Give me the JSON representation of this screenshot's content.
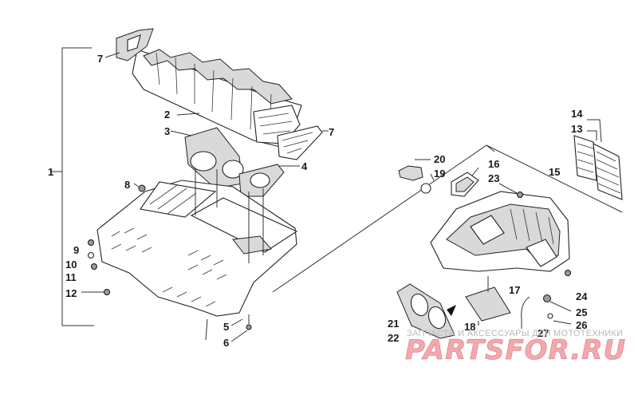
{
  "diagram": {
    "callouts": [
      {
        "id": "c1",
        "label": "1"
      },
      {
        "id": "c2",
        "label": "2"
      },
      {
        "id": "c3",
        "label": "3"
      },
      {
        "id": "c4",
        "label": "4"
      },
      {
        "id": "c5",
        "label": "5"
      },
      {
        "id": "c6",
        "label": "6"
      },
      {
        "id": "c7a",
        "label": "7"
      },
      {
        "id": "c7b",
        "label": "7"
      },
      {
        "id": "c8",
        "label": "8"
      },
      {
        "id": "c9",
        "label": "9"
      },
      {
        "id": "c10",
        "label": "10"
      },
      {
        "id": "c11",
        "label": "11"
      },
      {
        "id": "c12",
        "label": "12"
      },
      {
        "id": "c13",
        "label": "13"
      },
      {
        "id": "c14",
        "label": "14"
      },
      {
        "id": "c15",
        "label": "15"
      },
      {
        "id": "c16",
        "label": "16"
      },
      {
        "id": "c17",
        "label": "17"
      },
      {
        "id": "c18",
        "label": "18"
      },
      {
        "id": "c19",
        "label": "19"
      },
      {
        "id": "c20",
        "label": "20"
      },
      {
        "id": "c21",
        "label": "21"
      },
      {
        "id": "c22",
        "label": "22"
      },
      {
        "id": "c23",
        "label": "23"
      },
      {
        "id": "c24",
        "label": "24"
      },
      {
        "id": "c25",
        "label": "25"
      },
      {
        "id": "c26",
        "label": "26"
      },
      {
        "id": "c27",
        "label": "27"
      }
    ]
  },
  "watermark": {
    "subtitle": "ЗАПЧАСТИ И АКСЕССУАРЫ ДЛЯ МОТОТЕХНИКИ",
    "brand": "PARTSFOR.RU",
    "colors": {
      "brand_fill": "#f2a9ad",
      "brand_stroke": "#e0707a",
      "subtitle": "#b8b8b8"
    }
  }
}
